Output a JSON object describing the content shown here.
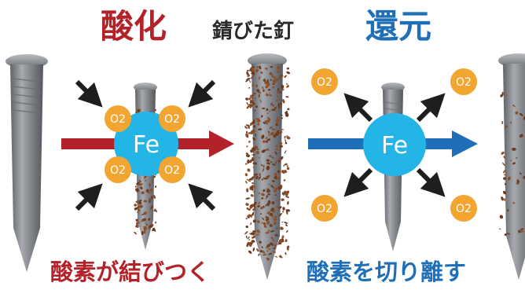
{
  "colors": {
    "oxidation": "#b32129",
    "reduction": "#1f6fb8",
    "iron_circle": "#25b4e6",
    "oxygen_circle": "#f2a531",
    "rust": "#8a4f2a",
    "nail": "#8e9196",
    "arrow": "#1e1e1e"
  },
  "header": {
    "oxidation_title": "酸化",
    "subtitle": "錆びた釘",
    "reduction_title": "還元"
  },
  "diagram": {
    "iron_label": "Fe",
    "oxygen_label": "O2"
  },
  "captions": {
    "oxidation": "酸素が結びつく",
    "reduction": "酸素を切り離す"
  }
}
